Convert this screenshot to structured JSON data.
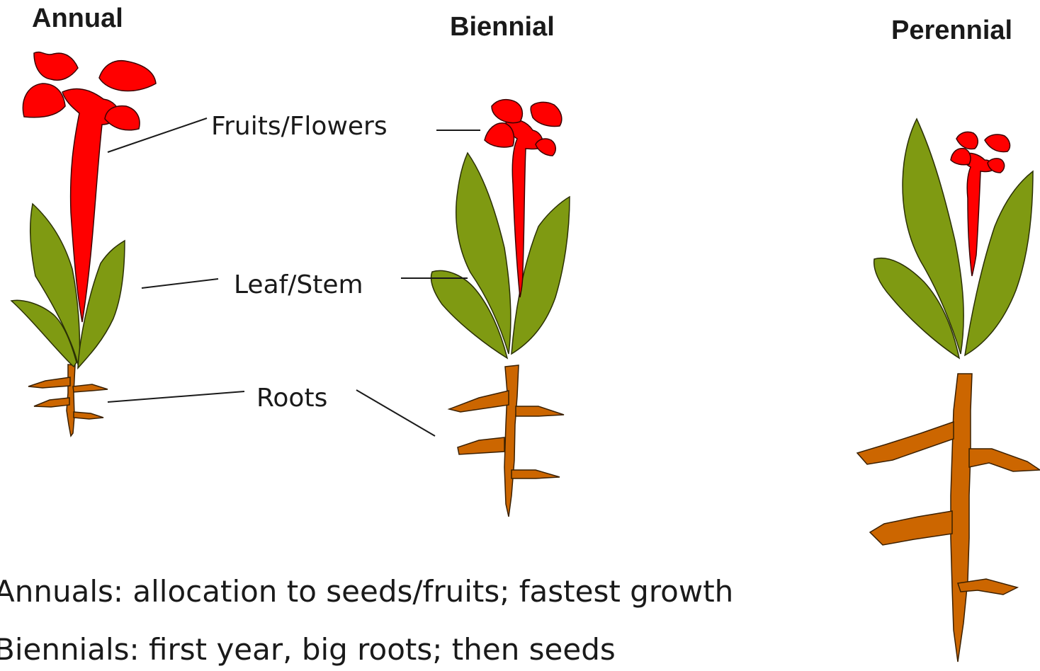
{
  "titles": {
    "annual": "Annual",
    "biennial": "Biennial",
    "perennial": "Perennial"
  },
  "labels": {
    "fruits_flowers": "Fruits/Flowers",
    "leaf_stem": "Leaf/Stem",
    "roots": "Roots"
  },
  "captions": {
    "annuals": "Annuals: allocation to seeds/fruits; fastest growth",
    "biennials": "Biennials: first year, big roots; then seeds"
  },
  "colors": {
    "flower": "#ff0000",
    "leaf": "#7f9a12",
    "root": "#cc6600"
  }
}
